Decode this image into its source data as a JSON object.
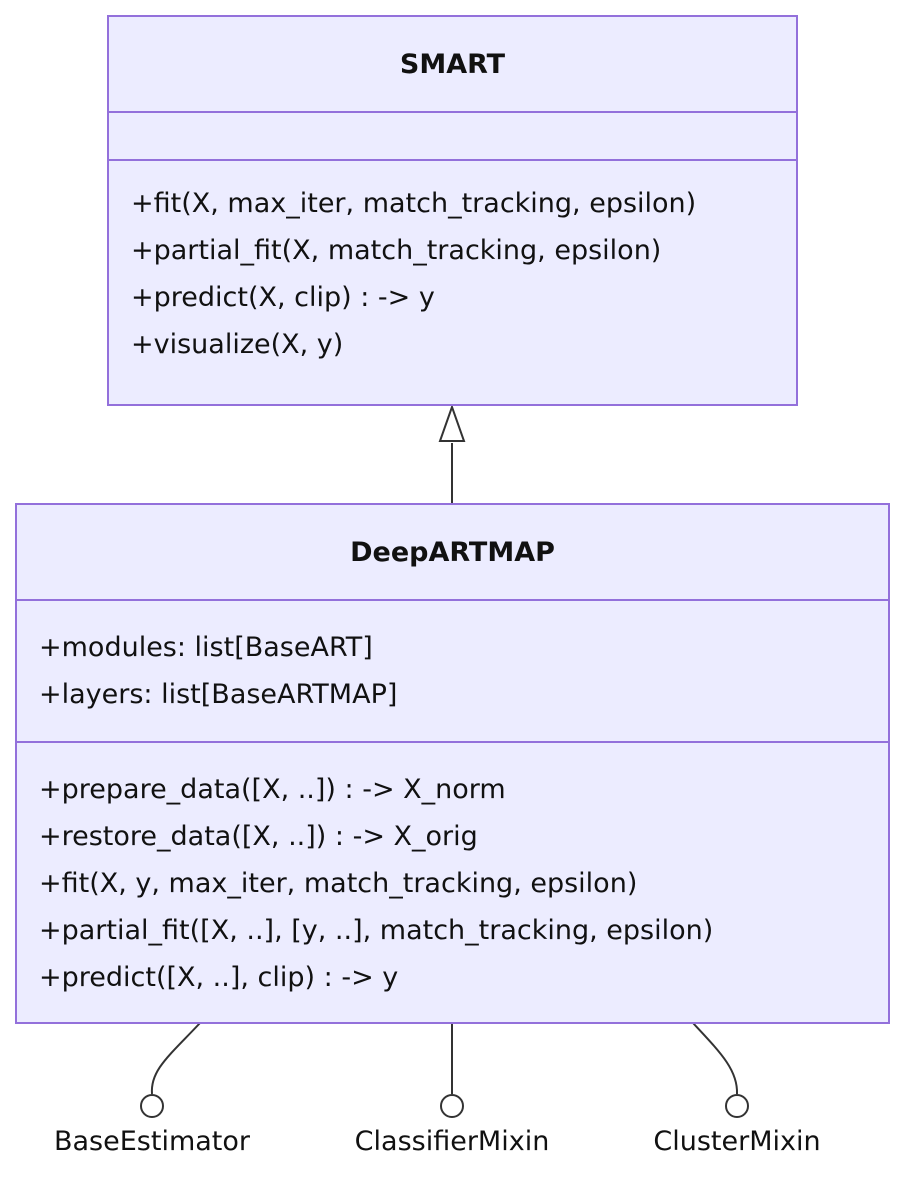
{
  "classes": {
    "smart": {
      "name": "SMART",
      "attributes": [],
      "methods": [
        "+fit(X, max_iter, match_tracking, epsilon)",
        "+partial_fit(X, match_tracking, epsilon)",
        "+predict(X, clip) : -> y",
        "+visualize(X, y)"
      ]
    },
    "deepartmap": {
      "name": "DeepARTMAP",
      "attributes": [
        "+modules: list[BaseART]",
        "+layers: list[BaseARTMAP]"
      ],
      "methods": [
        "+prepare_data([X, ..]) : -> X_norm",
        "+restore_data([X, ..]) : -> X_orig",
        "+fit(X, y, max_iter, match_tracking, epsilon)",
        "+partial_fit([X, ..], [y, ..], match_tracking, epsilon)",
        "+predict([X, ..], clip) : -> y"
      ]
    }
  },
  "interfaces": [
    "BaseEstimator",
    "ClassifierMixin",
    "ClusterMixin"
  ],
  "colors": {
    "fill": "#ececff",
    "border": "#9370db",
    "line": "#333333"
  }
}
